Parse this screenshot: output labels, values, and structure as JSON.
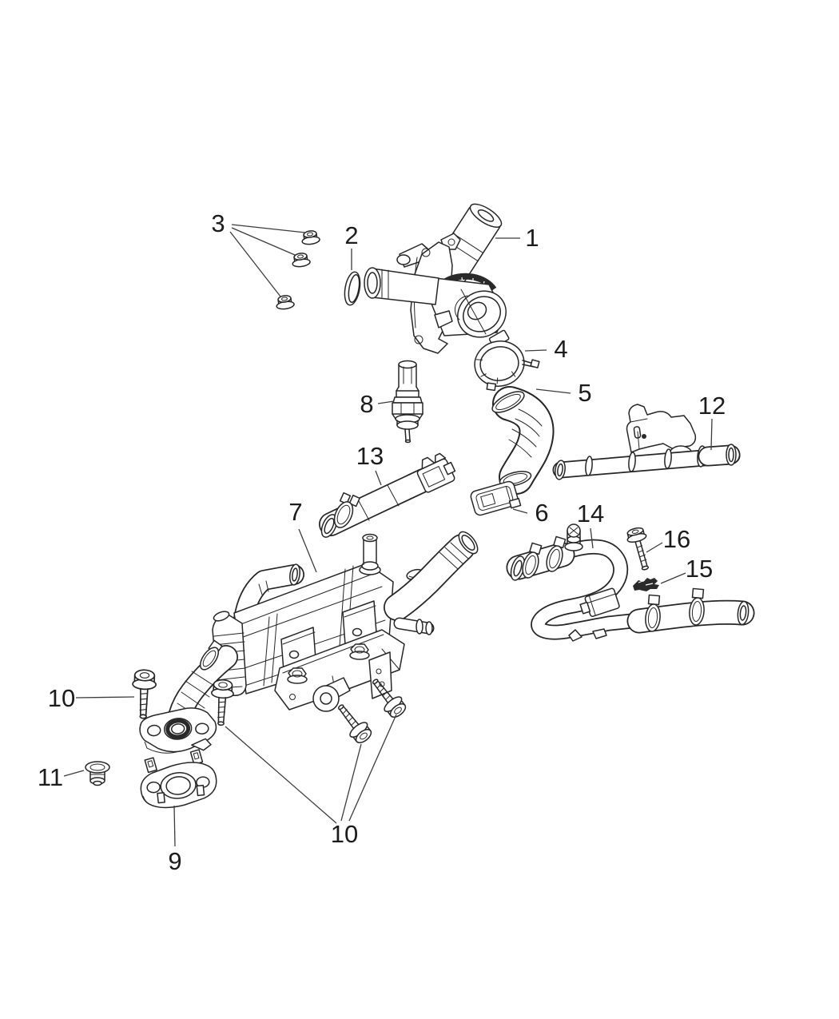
{
  "diagram": {
    "background": "#ffffff",
    "line_color": "#262626",
    "leader_color": "#3c3c3c",
    "text_color": "#1c1c1c",
    "callouts": {
      "c1": "1",
      "c2": "2",
      "c3": "3",
      "c4": "4",
      "c5": "5",
      "c6": "6",
      "c7": "7",
      "c8": "8",
      "c9": "9",
      "c10a": "10",
      "c10b": "10",
      "c11": "11",
      "c12": "12",
      "c13": "13",
      "c14": "14",
      "c15": "15",
      "c16": "16"
    }
  }
}
